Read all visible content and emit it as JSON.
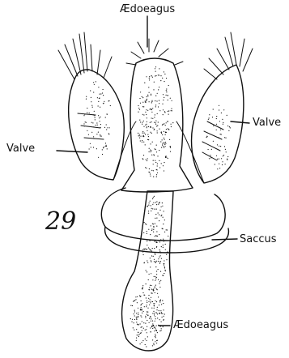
{
  "figure": {
    "number": "29",
    "labels": {
      "aedeagus_top": "Ædoeagus",
      "valve_right": "Valve",
      "valve_left": "Valve",
      "saccus": "Saccus",
      "aedeagus_bottom": "Ædoeagus"
    }
  },
  "colors": {
    "ink": "#111111",
    "paper": "#ffffff"
  }
}
